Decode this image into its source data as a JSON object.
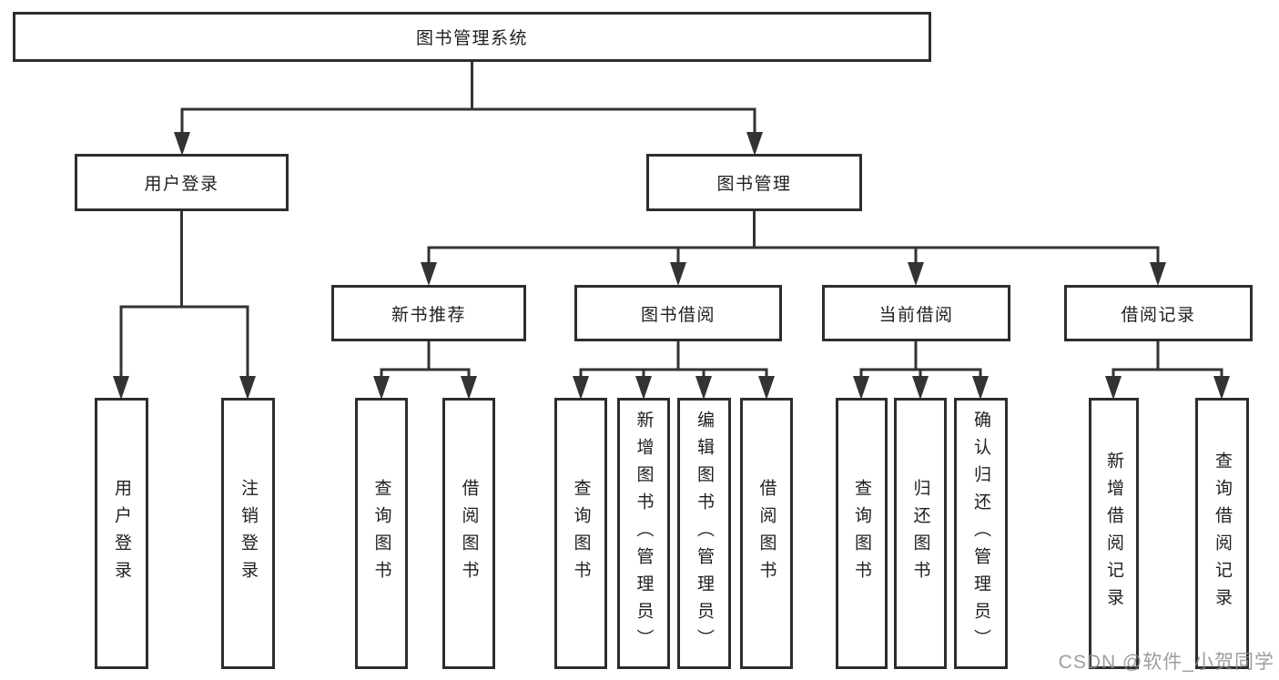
{
  "root_label": "图书管理系统",
  "watermark": "CSDN @软件_小贺同学",
  "user_login": {
    "label": "用户登录",
    "children": [
      {
        "label": "用户登录"
      },
      {
        "label": "注销登录"
      }
    ]
  },
  "book_mgmt": {
    "label": "图书管理",
    "subgroups": [
      {
        "label": "新书推荐",
        "children": [
          {
            "label": "查询图书"
          },
          {
            "label": "借阅图书"
          }
        ]
      },
      {
        "label": "图书借阅",
        "children": [
          {
            "label": "查询图书"
          },
          {
            "label": "新增图书（管理员）"
          },
          {
            "label": "编辑图书（管理员）"
          },
          {
            "label": "借阅图书"
          }
        ]
      },
      {
        "label": "当前借阅",
        "children": [
          {
            "label": "查询图书"
          },
          {
            "label": "归还图书"
          },
          {
            "label": "确认归还（管理员）"
          }
        ]
      },
      {
        "label": "借阅记录",
        "children": [
          {
            "label": "新增借阅记录"
          },
          {
            "label": "查询借阅记录"
          }
        ]
      }
    ]
  }
}
